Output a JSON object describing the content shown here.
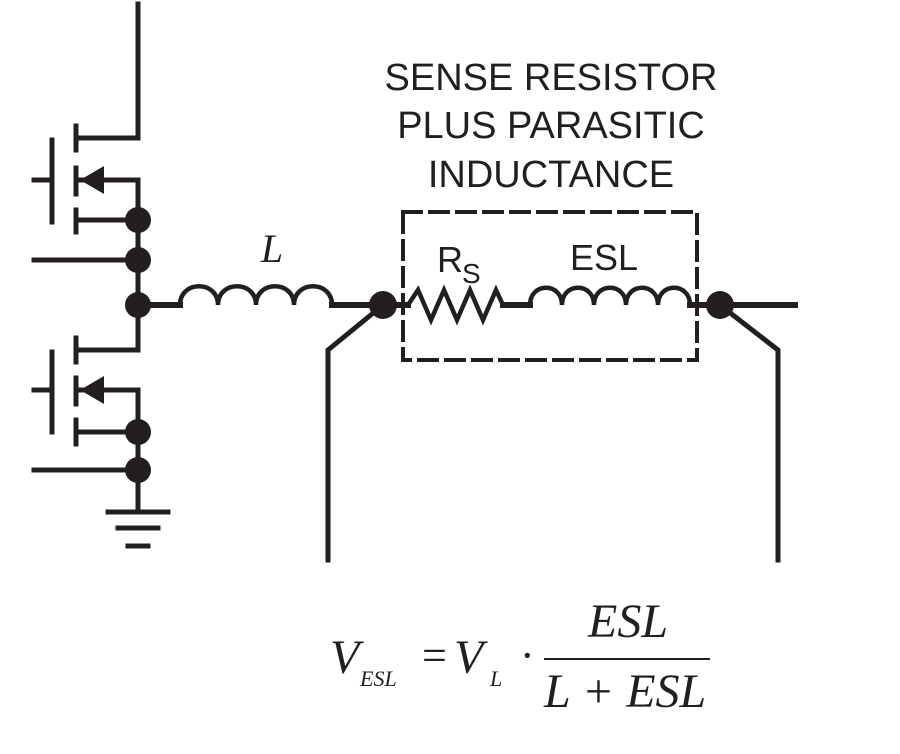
{
  "labels": {
    "heading_line1": "SENSE RESISTOR",
    "heading_line2": "PLUS PARASITIC",
    "heading_line3": "INDUCTANCE",
    "inductor": "L",
    "resistor_main": "R",
    "resistor_sub": "S",
    "esl": "ESL"
  },
  "formula": {
    "lhs_var": "V",
    "lhs_sub": "ESL",
    "equals": "=",
    "rhs_var": "V",
    "rhs_sub": "L",
    "dot": "·",
    "numerator": "ESL",
    "denominator": "L + ESL"
  },
  "colors": {
    "ink": "#231f20",
    "background": "#ffffff"
  }
}
